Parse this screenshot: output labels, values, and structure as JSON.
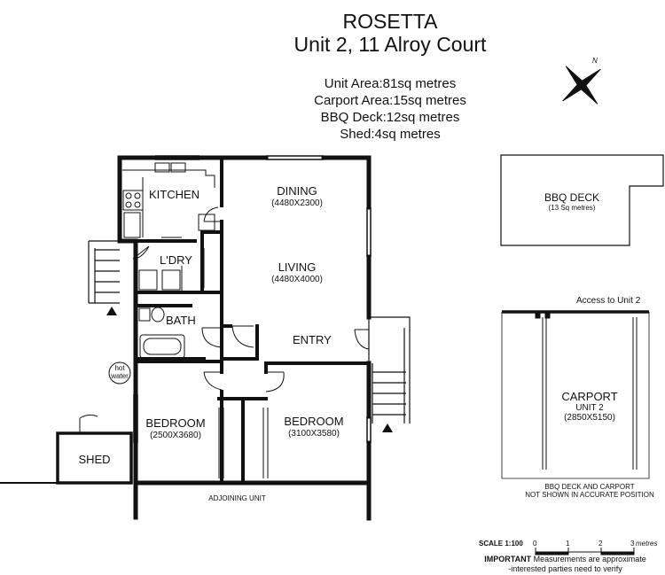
{
  "header": {
    "title": "ROSETTA",
    "address": "Unit 2, 11 Alroy Court",
    "areas": [
      "Unit Area:81sq metres",
      "Carport Area:15sq metres",
      "BBQ Deck:12sq metres",
      "Shed:4sq metres"
    ]
  },
  "compass": {
    "north_label": "N"
  },
  "rooms": {
    "kitchen": "KITCHEN",
    "dining": "DINING",
    "dining_dim": "(4480X2300)",
    "living": "LIVING",
    "living_dim": "(4480X4000)",
    "laundry": "L'DRY",
    "bath": "BATH",
    "entry": "ENTRY",
    "bedroom1": "BEDROOM",
    "bedroom1_dim": "(2500X3680)",
    "bedroom2": "BEDROOM",
    "bedroom2_dim": "(3100X3580)",
    "shed": "SHED",
    "hot_water_1": "hot",
    "hot_water_2": "water",
    "adjoining": "ADJOINING UNIT"
  },
  "deck": {
    "name": "BBQ DECK",
    "area": "(13 Sq metres)"
  },
  "carport": {
    "access": "Access to Unit 2",
    "name": "CARPORT",
    "unit": "UNIT 2",
    "dim": "(2850X5150)",
    "note_1": "BBQ DECK AND CARPORT",
    "note_2": "NOT SHOWN IN ACCURATE POSITION"
  },
  "scale": {
    "label": "SCALE 1:100",
    "ticks": [
      "0",
      "1",
      "2",
      "3"
    ],
    "unit": "metres"
  },
  "disclaimer": {
    "bold": "IMPORTANT",
    "line1": "Measurements are approximate",
    "line2": "-interested parties need to verify"
  }
}
